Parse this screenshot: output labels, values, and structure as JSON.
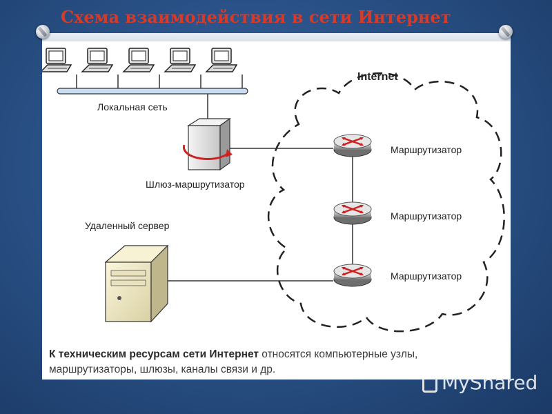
{
  "slide": {
    "title": "Схема взаимодействия в сети Интернет"
  },
  "diagram": {
    "internet_label": "Internet",
    "lan_label": "Локальная сеть",
    "gateway_label": "Шлюз-маршрутизатор",
    "remote_server_label": "Удаленный сервер",
    "router_labels": [
      "Маршрутизатор",
      "Маршрутизатор",
      "Маршрутизатор"
    ]
  },
  "caption": {
    "bold": "К техническим ресурсам сети Интернет",
    "rest": " относятся компьютерные узлы, маршрутизаторы, шлюзы, каналы связи и др."
  },
  "watermark": {
    "text": "MyShared"
  },
  "colors": {
    "title": "#d63a28",
    "background": "#2a5288"
  }
}
